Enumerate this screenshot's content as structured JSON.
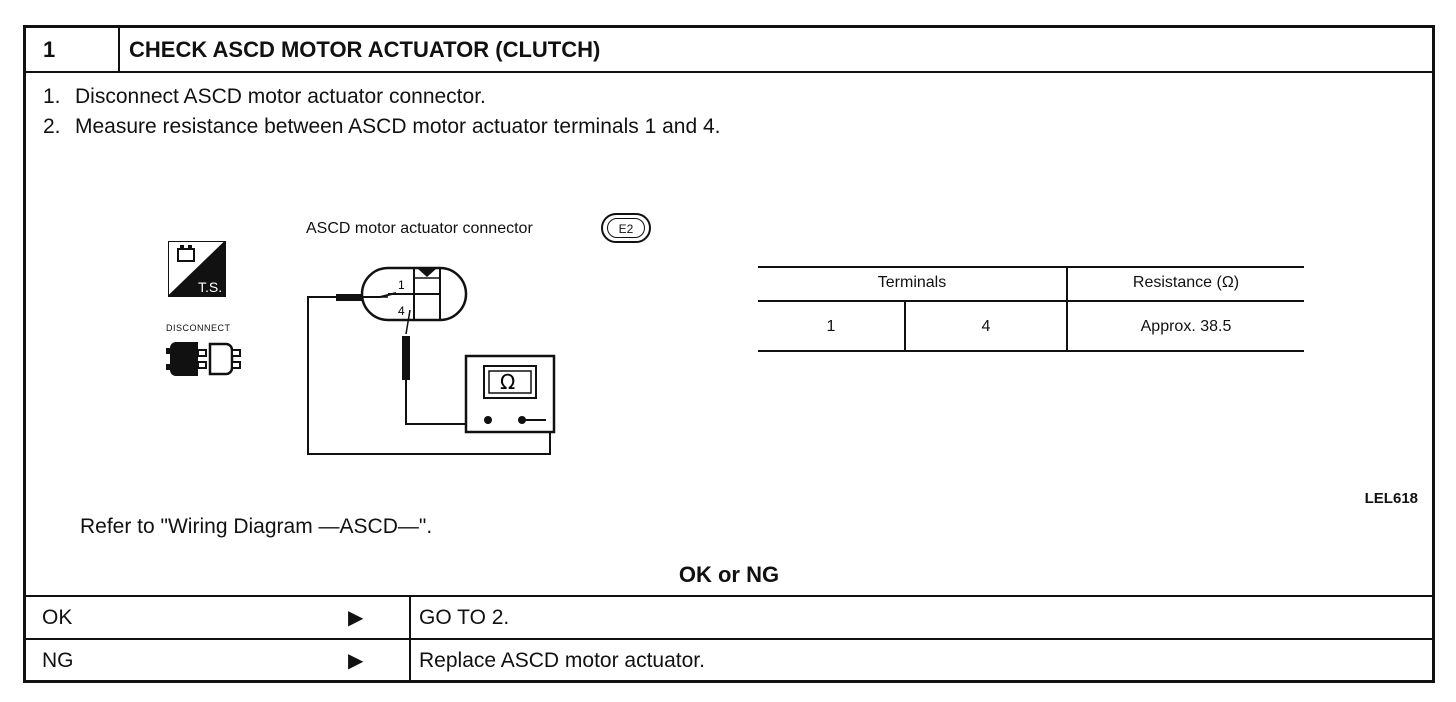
{
  "header": {
    "number": "1",
    "title": "CHECK ASCD MOTOR ACTUATOR (CLUTCH)"
  },
  "steps": [
    {
      "num": "1.",
      "text": "Disconnect ASCD motor actuator connector."
    },
    {
      "num": "2.",
      "text": "Measure resistance between ASCD motor actuator terminals 1 and 4."
    }
  ],
  "figure": {
    "connector_label": "ASCD motor actuator connector",
    "connector_code": "E2",
    "ts_label": "T.S.",
    "disconnect_label": "DISCONNECT",
    "pin_1": "1",
    "pin_4": "4",
    "meter_symbol": "Ω",
    "figure_code": "LEL618",
    "table": {
      "col_terminals": "Terminals",
      "col_resistance": "Resistance (Ω)",
      "row": {
        "term_a": "1",
        "term_b": "4",
        "resistance": "Approx. 38.5"
      }
    }
  },
  "refer_text": "Refer to \"Wiring Diagram —ASCD—\".",
  "ok_ng_heading": "OK or NG",
  "results": [
    {
      "label": "OK",
      "arrow": "▶",
      "action": "GO TO 2."
    },
    {
      "label": "NG",
      "arrow": "▶",
      "action": "Replace ASCD motor actuator."
    }
  ]
}
